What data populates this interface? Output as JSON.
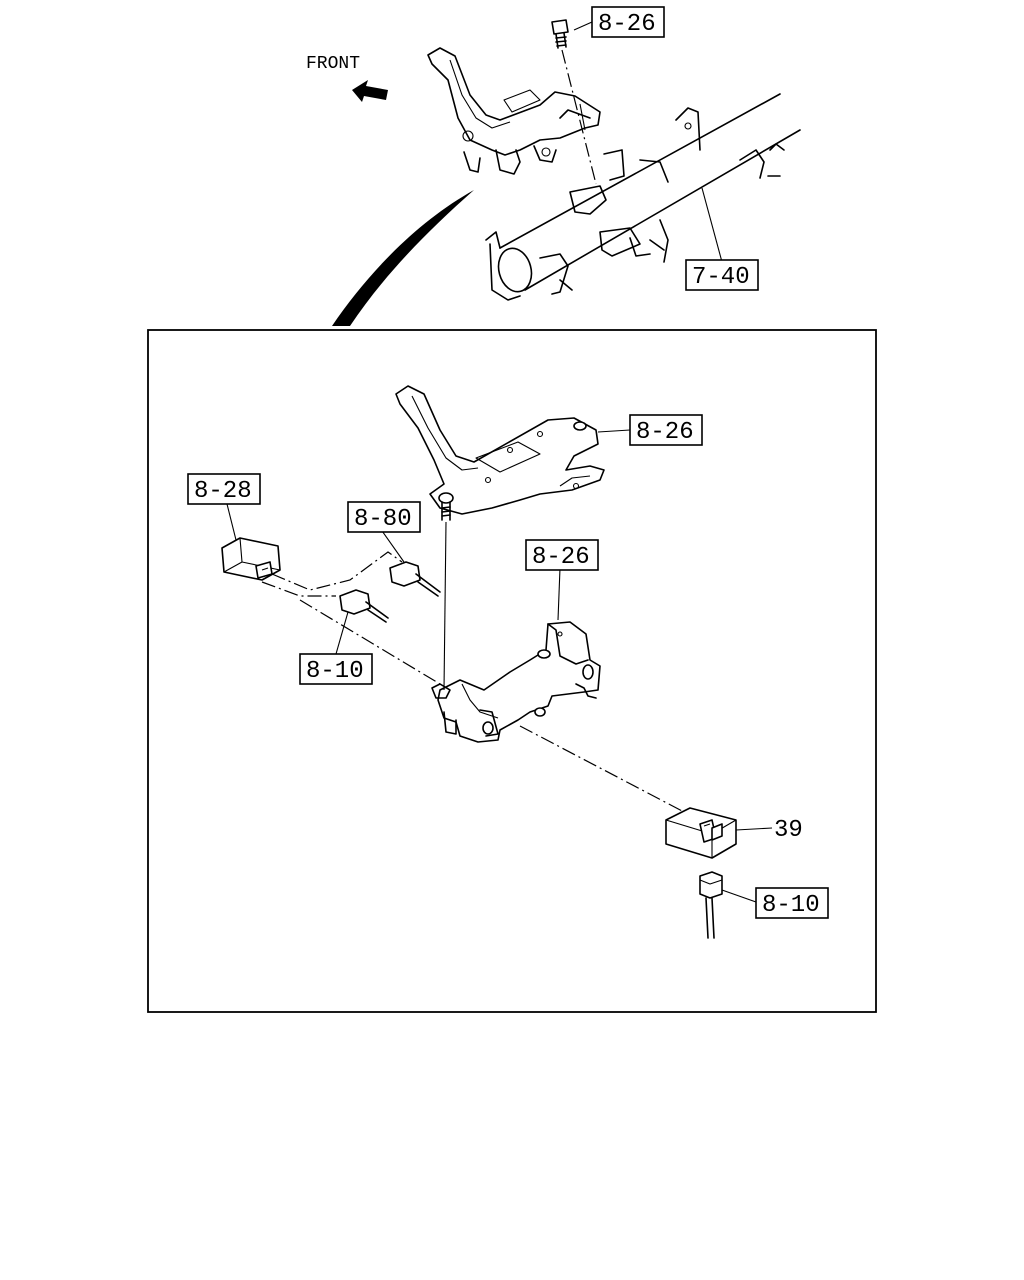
{
  "direction": {
    "front_label": "FRONT"
  },
  "callouts": {
    "top_bolt": "8-26",
    "crossmember": "7-40",
    "detail_bracket_upper": "8-26",
    "relay_left": "8-28",
    "connector_upper": "8-80",
    "bracket_lower": "8-26",
    "connector_lower": "8-10",
    "relay_part_number": "39",
    "connector_bottom": "8-10"
  }
}
